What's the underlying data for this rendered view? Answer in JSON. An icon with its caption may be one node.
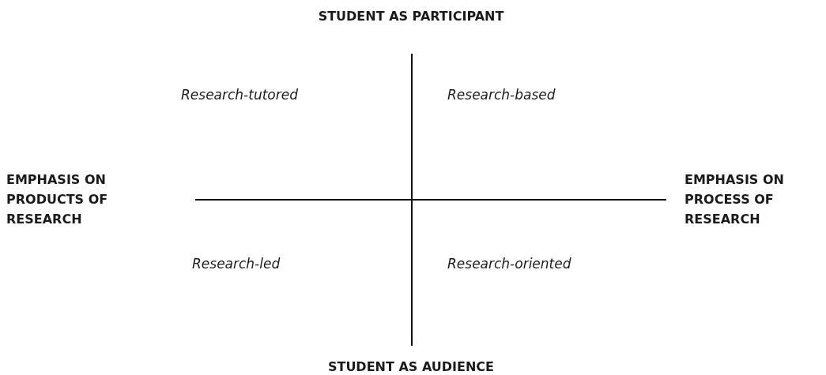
{
  "diagram": {
    "labels": [
      "STUDENT AS PARTICIPANT",
      "Research-tutored",
      "Research-based",
      "EMPHASIS ON PRODUCTS OF RESEARCH",
      "EMPHASIS ON PROCESS OF RESEARCH",
      "Research-led",
      "Research-oriented",
      "STUDENT AS AUDIENCE"
    ]
  }
}
